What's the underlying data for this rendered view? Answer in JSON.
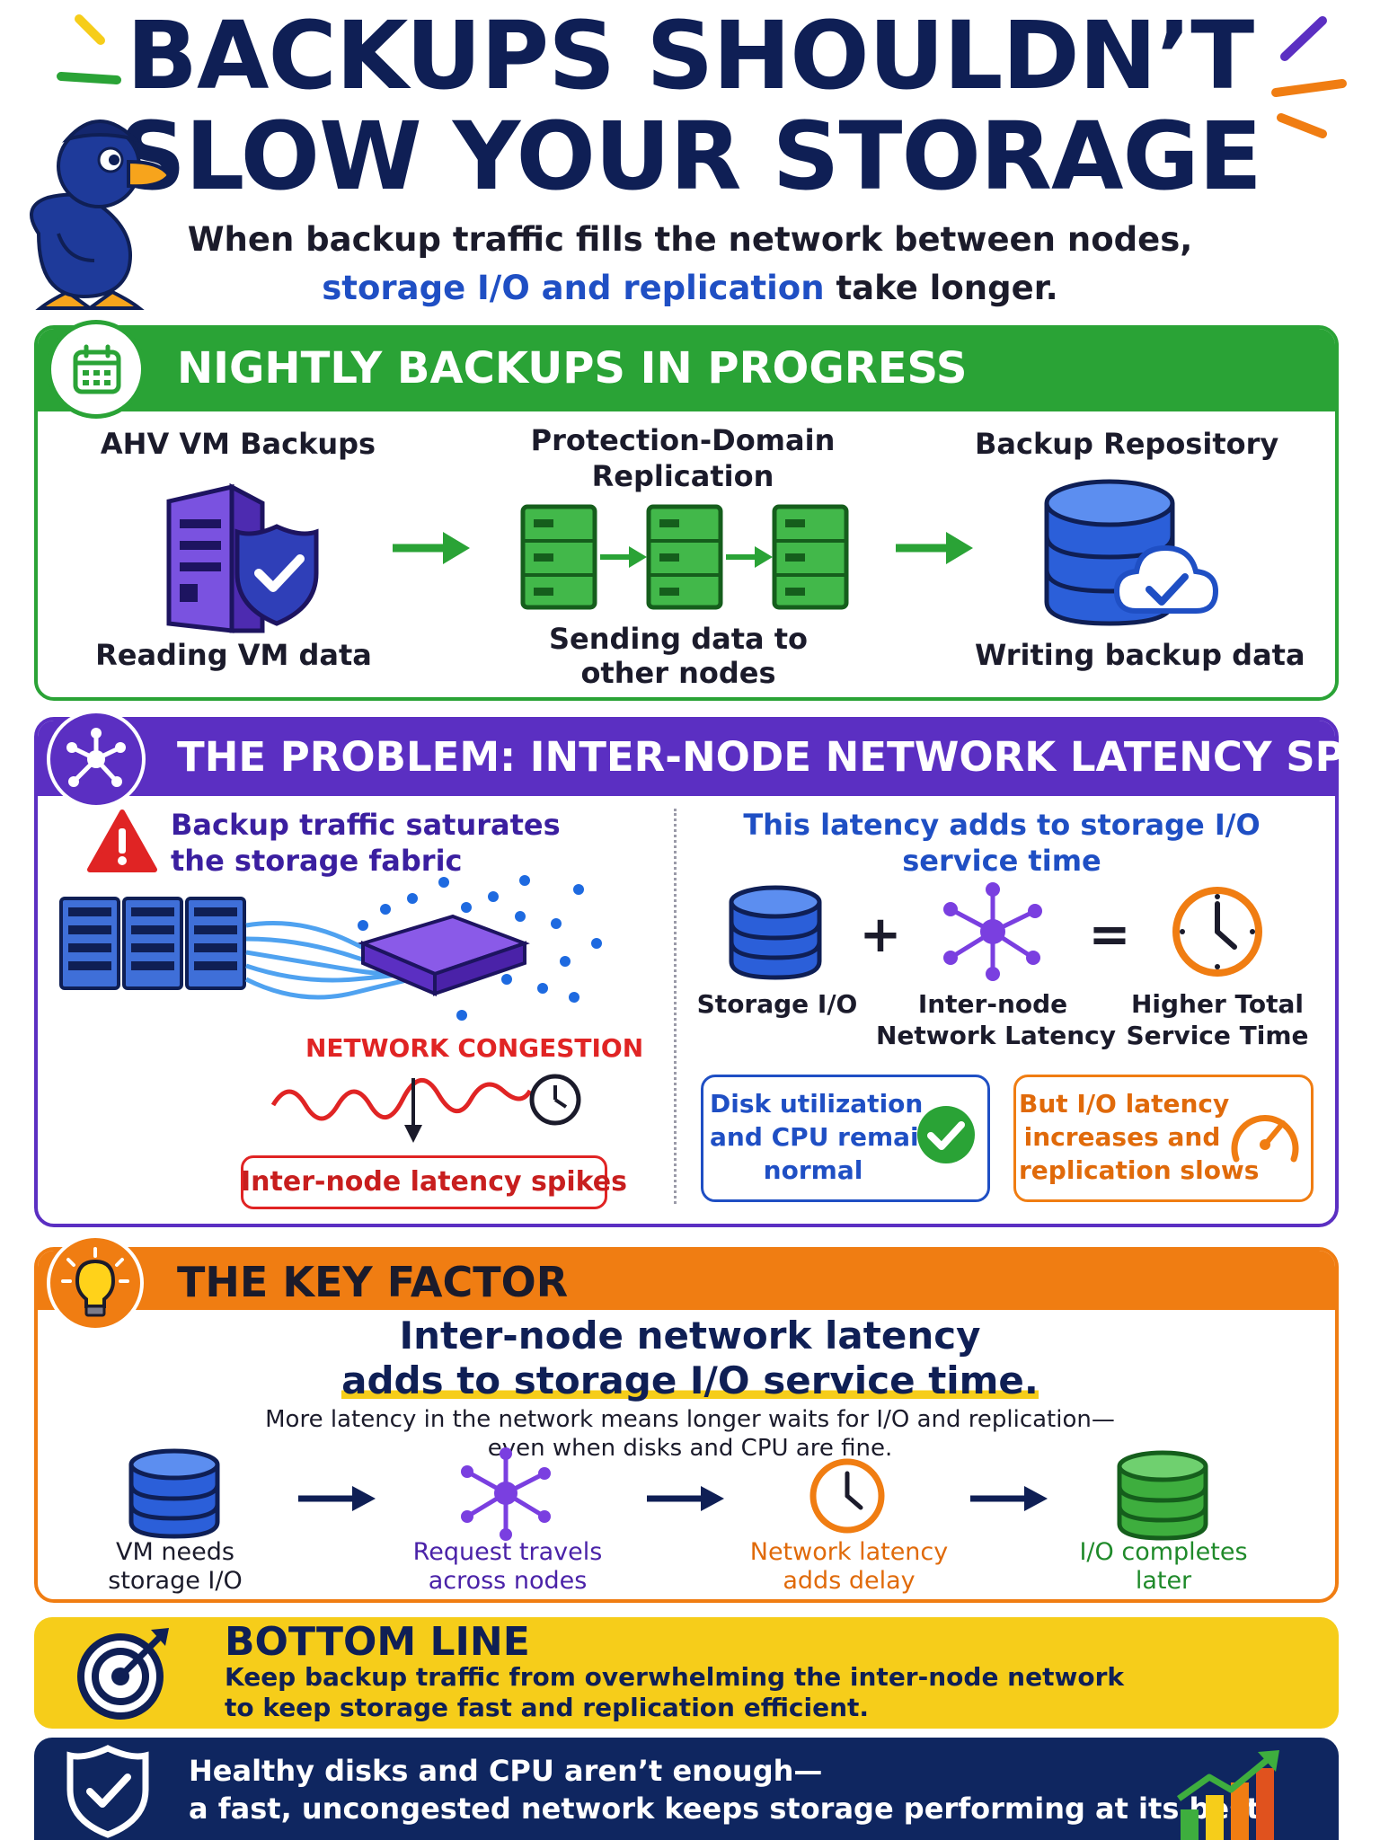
{
  "header": {
    "title_line1": "BACKUPS SHOULDN’T",
    "title_line2": "SLOW YOUR STORAGE",
    "subtitle_line1": "When backup traffic fills the network between nodes,",
    "subtitle_highlight": "storage I/O and replication",
    "subtitle_rest": " take longer."
  },
  "colors": {
    "navy": "#0f1f55",
    "green": "#2aa336",
    "purple": "#5b2fc2",
    "orange": "#f07d12",
    "yellow": "#f6cd1a",
    "blue": "#1f4fc4",
    "red": "#e02424"
  },
  "nightly": {
    "title": "NIGHTLY BACKUPS IN PROGRESS",
    "icon": "calendar-icon",
    "steps": [
      {
        "title": "AHV VM Backups",
        "caption": "Reading VM data",
        "icon": "server-shield-icon"
      },
      {
        "title": "Protection-Domain Replication",
        "title_l1": "Protection-Domain",
        "title_l2": "Replication",
        "caption": "Sending data to other nodes",
        "caption_l1": "Sending data to",
        "caption_l2": "other nodes",
        "icon": "server-cluster-icon"
      },
      {
        "title": "Backup Repository",
        "caption": "Writing backup data",
        "icon": "database-cloud-icon"
      }
    ]
  },
  "problem": {
    "title": "THE PROBLEM: INTER-NODE NETWORK LATENCY SPIKES",
    "icon": "network-hub-icon",
    "left": {
      "warning_l1": "Backup traffic saturates",
      "warning_l2": "the storage fabric",
      "congestion_label": "NETWORK CONGESTION",
      "spike_label": "Inter-node latency spikes"
    },
    "right": {
      "heading_l1": "This latency adds to storage I/O",
      "heading_l2": "service time",
      "eq": [
        {
          "label_l1": "Storage I/O",
          "label_l2": ""
        },
        {
          "label_l1": "Inter-node",
          "label_l2": "Network Latency"
        },
        {
          "label_l1": "Higher Total",
          "label_l2": "Service Time"
        }
      ],
      "plus": "+",
      "equals": "=",
      "good_l1": "Disk utilization",
      "good_l2": "and CPU remain",
      "good_l3": "normal",
      "bad_l1": "But I/O latency",
      "bad_l2": "increases and",
      "bad_l3": "replication slows"
    }
  },
  "key": {
    "title": "THE KEY FACTOR",
    "icon": "lightbulb-icon",
    "headline_l1": "Inter-node network latency",
    "headline_l2": "adds to storage I/O service time.",
    "desc_l1": "More latency in the network means longer waits for I/O and replication—",
    "desc_l2": "even when disks and CPU are fine.",
    "flow": [
      {
        "l1": "VM needs",
        "l2": "storage I/O"
      },
      {
        "l1": "Request travels",
        "l2": "across nodes"
      },
      {
        "l1": "Network latency",
        "l2": "adds delay"
      },
      {
        "l1": "I/O completes",
        "l2": "later"
      }
    ]
  },
  "bottom": {
    "title": "BOTTOM LINE",
    "l1": "Keep backup traffic from overwhelming the inter-node network",
    "l2": "to keep storage fast and replication efficient."
  },
  "footer": {
    "l1": "Healthy disks and CPU aren’t enough—",
    "l2": "a fast, uncongested network keeps storage performing at its best."
  }
}
